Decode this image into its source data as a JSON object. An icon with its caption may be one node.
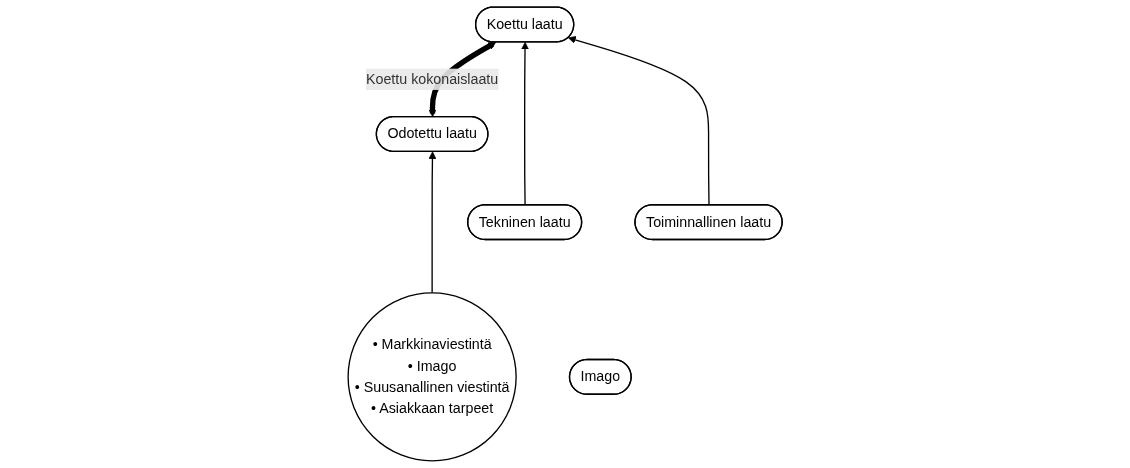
{
  "diagram": {
    "nodes": [
      {
        "text": [
          "Odotettu laatu"
        ]
      },
      {
        "text": [
          "Koettu laatu"
        ]
      },
      {
        "text": [
          "• Markkinaviestintä",
          "• Imago",
          "• Suusanallinen viestintä",
          "• Asiakkaan tarpeet"
        ]
      },
      {
        "text": [
          "Imago"
        ]
      },
      {
        "text": [
          "Tekninen laatu"
        ]
      },
      {
        "text": [
          "Toiminnallinen laatu"
        ]
      }
    ],
    "edges": [
      {
        "from": 0,
        "to": 1,
        "arrow": "both",
        "label": "Koettu kokonaislaatu",
        "style": "thick"
      },
      {
        "from": 2,
        "to": 0,
        "arrow": "to"
      },
      {
        "from": 4,
        "to": 1,
        "arrow": "to"
      },
      {
        "from": 5,
        "to": 1,
        "arrow": "to"
      }
    ]
  }
}
